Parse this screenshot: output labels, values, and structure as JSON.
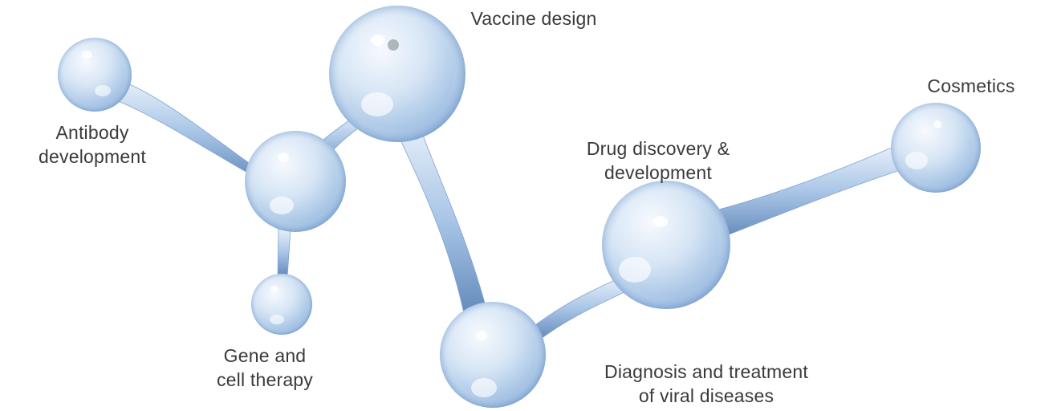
{
  "labels": {
    "antibody": [
      "Antibody",
      "development"
    ],
    "vaccine": [
      "Vaccine design"
    ],
    "cosmetics": [
      "Cosmetics"
    ],
    "drug": [
      "Drug discovery &",
      "development"
    ],
    "gene": [
      "Gene and",
      "cell therapy"
    ],
    "diagnosis": [
      "Diagnosis and treatment",
      "of viral diseases"
    ]
  },
  "colors": {
    "text": "#3a3a3a",
    "sphere_light": "#f4f8fd",
    "sphere_mid": "#c9dbef",
    "sphere_dark": "#8eb1da"
  }
}
